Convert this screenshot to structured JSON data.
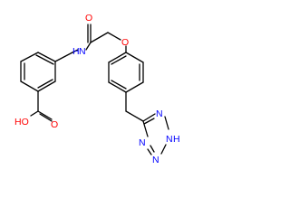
{
  "structure": {
    "atoms": {
      "carbonyl_oxygen": "O",
      "amide_nitrogen": "N",
      "amide_hydrogen": "H",
      "ether_oxygen": "O",
      "acid_hydroxyl": "HO",
      "acid_oxygen": "O",
      "tetrazole_n1": "N",
      "tetrazole_n2": "N",
      "tetrazole_n3": "N",
      "tetrazole_n4": "N",
      "tetrazole_hydrogen": "H"
    },
    "colors": {
      "bond": "#000000",
      "oxygen": "#ff0000",
      "nitrogen": "#0000ff",
      "hydrogen_on_nitrogen": "#0000ff"
    }
  }
}
